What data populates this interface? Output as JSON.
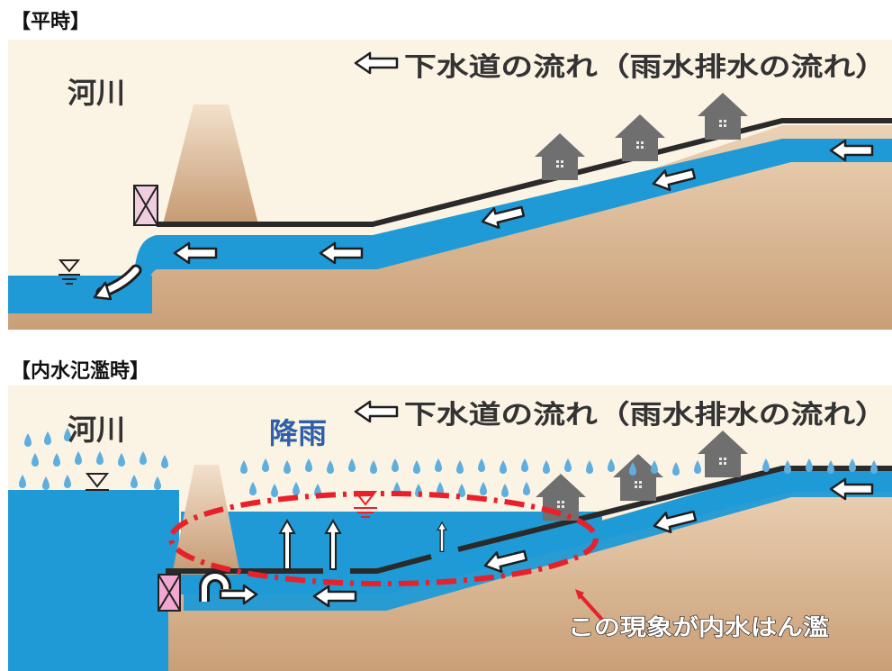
{
  "normal": {
    "heading": "【平時】",
    "river_label": "河川",
    "flow_legend": "下水道の流れ（雨水排水の流れ）"
  },
  "flood": {
    "heading": "【内水氾濫時】",
    "river_label": "河川",
    "rain_label": "降雨",
    "flow_legend": "下水道の流れ（雨水排水の流れ）",
    "callout": "この現象が内水はん濫"
  },
  "colors": {
    "sky": "#fbf3e4",
    "ground_top": "#e6c7a6",
    "ground_bottom": "#c8a07a",
    "water": "#1f9ad6",
    "house": "#6f6f6f",
    "rain_text": "#2f5fa8",
    "callout_red": "#e8202a"
  }
}
